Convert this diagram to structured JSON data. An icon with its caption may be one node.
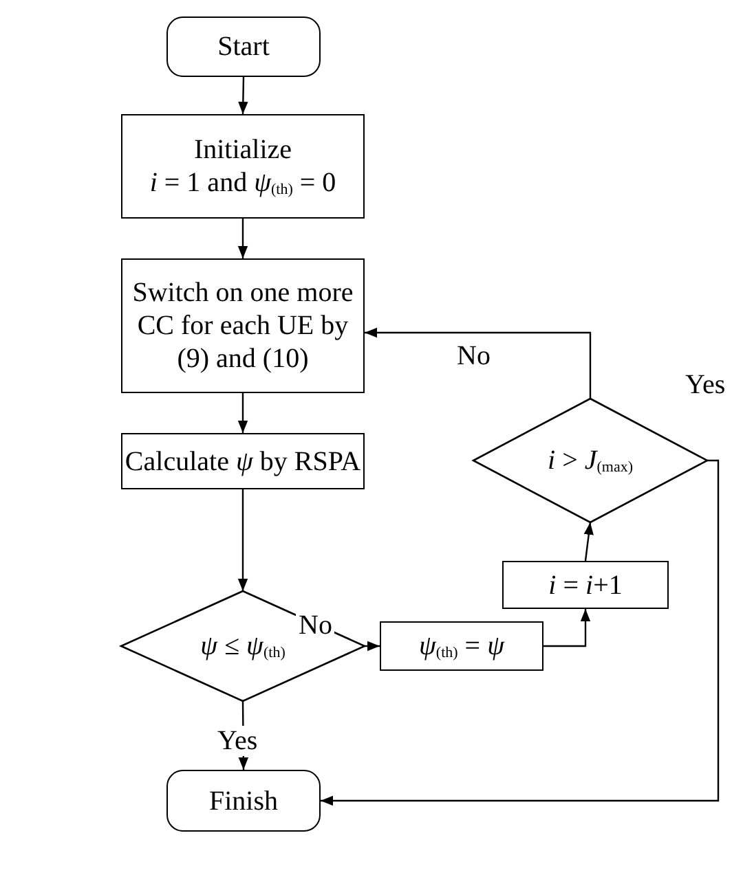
{
  "diagram": {
    "nodes": [
      {
        "text": [
          "Start"
        ]
      },
      {
        "text": [
          "Initialize",
          "*i* = 1 and *ψ*$_{(th)}$ = 0"
        ]
      },
      {
        "text": [
          "Switch on one more CC for each UE by (9) and (10)"
        ]
      },
      {
        "text": [
          "Calculate *ψ* by RSPA"
        ]
      },
      {
        "text": [
          "*ψ* ≤ *ψ*$_{(th)}$"
        ]
      },
      {
        "text": [
          "Finish"
        ]
      },
      {
        "text": [
          "*ψ*$_{(th)}$ = *ψ*"
        ]
      },
      {
        "text": [
          "*i* = *i*+1"
        ]
      },
      {
        "text": [
          "*i* > *J*$_{(max)}$"
        ]
      }
    ],
    "edges": [
      {
        "from": 0,
        "to": 1,
        "arrow": "to"
      },
      {
        "from": 1,
        "to": 2,
        "arrow": "to"
      },
      {
        "from": 2,
        "to": 3,
        "arrow": "to"
      },
      {
        "from": 3,
        "to": 4,
        "arrow": "to"
      },
      {
        "from": 4,
        "to": 5,
        "arrow": "to",
        "label": "Yes"
      },
      {
        "from": 4,
        "to": 6,
        "arrow": "to",
        "label": "No"
      },
      {
        "from": 6,
        "to": 7,
        "arrow": "to"
      },
      {
        "from": 7,
        "to": 8,
        "arrow": "to"
      },
      {
        "from": 8,
        "to": 2,
        "arrow": "to",
        "label": "No"
      },
      {
        "from": 8,
        "to": 5,
        "arrow": "to",
        "label": "Yes"
      }
    ]
  }
}
